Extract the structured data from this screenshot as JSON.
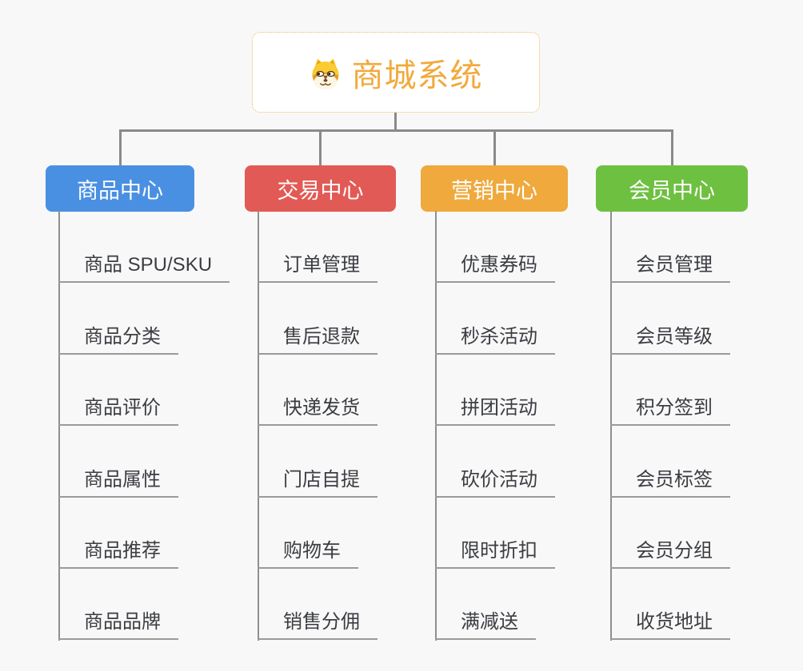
{
  "root": {
    "label": "商城系统",
    "icon": "dog-face-icon",
    "text_color": "#f2a93c",
    "border_color": "#f3b863"
  },
  "canvas": {
    "background": "#f8f8f8",
    "connector_color": "#8a8a8a"
  },
  "branches": [
    {
      "label": "商品中心",
      "color": "#4a90e2",
      "items": [
        "商品 SPU/SKU",
        "商品分类",
        "商品评价",
        "商品属性",
        "商品推荐",
        "商品品牌"
      ]
    },
    {
      "label": "交易中心",
      "color": "#e25a55",
      "items": [
        "订单管理",
        "售后退款",
        "快递发货",
        "门店自提",
        "购物车",
        "销售分佣"
      ]
    },
    {
      "label": "营销中心",
      "color": "#efa93d",
      "items": [
        "优惠券码",
        "秒杀活动",
        "拼团活动",
        "砍价活动",
        "限时折扣",
        "满减送"
      ]
    },
    {
      "label": "会员中心",
      "color": "#6ec041",
      "items": [
        "会员管理",
        "会员等级",
        "积分签到",
        "会员标签",
        "会员分组",
        "收货地址"
      ]
    }
  ]
}
